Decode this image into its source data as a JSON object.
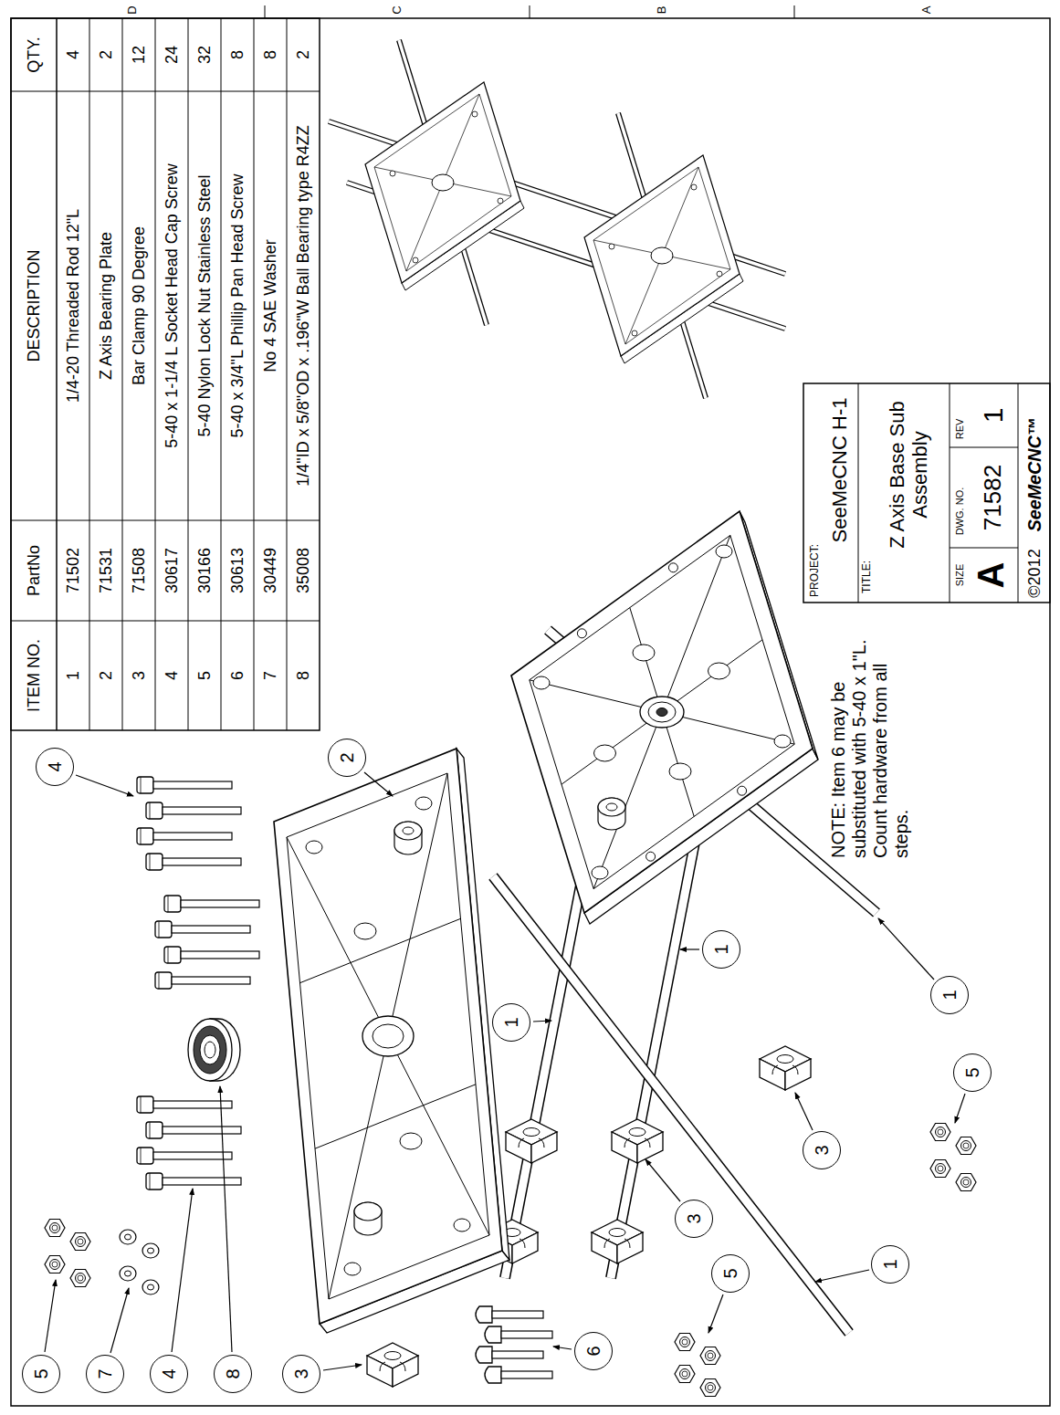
{
  "diagram": {
    "labels": [
      "D",
      "C",
      "B",
      "A",
      "ITEM NO.",
      "PartNo",
      "DESCRIPTION",
      "QTY.",
      "1",
      "71502",
      "1/4-20 Threaded Rod 12\"L",
      "4",
      "2",
      "71531",
      "Z Axis Bearing Plate",
      "2",
      "3",
      "71508",
      "Bar Clamp 90 Degree",
      "12",
      "4",
      "30617",
      "5-40 x 1-1/4 L Socket Head Cap Screw",
      "24",
      "5",
      "30166",
      "5-40 Nylon Lock Nut Stainless Steel",
      "32",
      "6",
      "30613",
      "5-40 x 3/4\"L Phillip Pan Head Screw",
      "8",
      "7",
      "30449",
      "No 4 SAE Washer",
      "8",
      "8",
      "35008",
      "1/4\"ID x 5/8\"OD x .196\"W Ball Bearing type R4ZZ",
      "2",
      "PROJECT:",
      "SeeMeCNC H-1",
      "TITLE:",
      "Z Axis Base Sub Assembly",
      "SIZE",
      "A",
      "DWG. NO.",
      "71582",
      "REV",
      "1",
      "©2012",
      "SeeMeCNC™",
      "NOTE: Item 6 may be substituted with 5-40 x 1\"L. Count hardware from all steps.",
      "4",
      "2",
      "1",
      "1",
      "1",
      "5",
      "3",
      "3",
      "5",
      "1",
      "6",
      "3",
      "5",
      "7",
      "4",
      "8"
    ]
  }
}
